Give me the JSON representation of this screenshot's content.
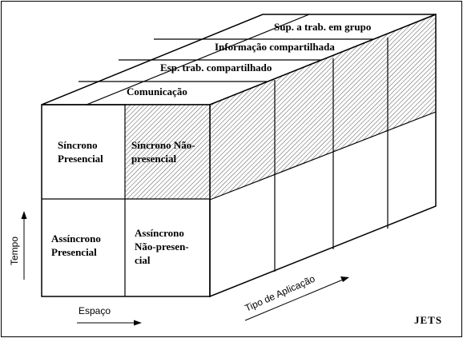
{
  "cells": {
    "sync_present": [
      "Síncrono",
      "Presencial"
    ],
    "sync_nonpresent": [
      "Síncrono Não-",
      "presencial"
    ],
    "async_present": [
      "Assíncrono",
      "Presencial"
    ],
    "async_nonpresent": [
      "Assíncrono",
      "Não-presen-",
      "cial"
    ]
  },
  "layers": [
    "Comunicação",
    "Esp. trab. compartilhado",
    "Informação compartilhada",
    "Sup. a trab. em grupo"
  ],
  "axes": {
    "time": "Tempo",
    "space": "Espaço",
    "application": "Tipo de Aplicação"
  },
  "credit": "JETS"
}
